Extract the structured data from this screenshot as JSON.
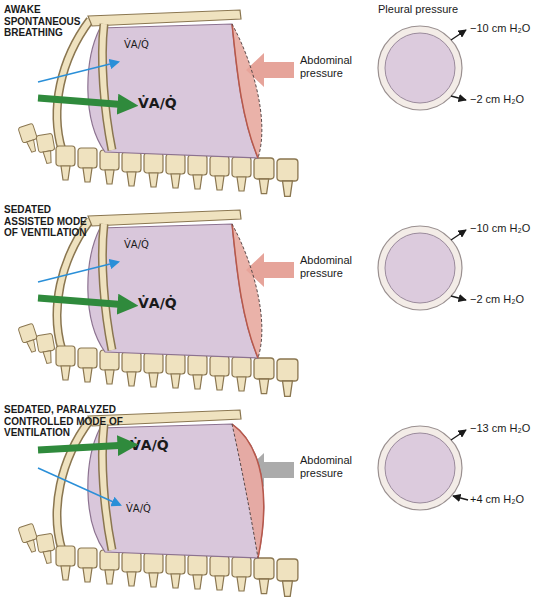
{
  "diagram": {
    "nodes": [
      {
        "text": [
          "V̇A/Q̇",
          "V̇A/Q̇"
        ]
      },
      {
        "text": [
          "V̇A/Q̇",
          "V̇A/Q̇"
        ]
      },
      {
        "text": [
          "V̇A/Q̇",
          "V̇A/Q̇"
        ]
      }
    ],
    "labels": [
      "AWAKE SPONTANEOUS BREATHING",
      "Abdominal pressure",
      "Pleural pressure",
      "−10 cm H₂O",
      "−2 cm H₂O",
      "SEDATED ASSISTED MODE OF VENTILATION",
      "Abdominal pressure",
      "−10 cm H₂O",
      "−2 cm H₂O",
      "SEDATED, PARALYZED CONTROLLED MODE OF VENTILATION",
      "Abdominal pressure",
      "−13 cm H₂O",
      "+4 cm H₂O"
    ]
  }
}
